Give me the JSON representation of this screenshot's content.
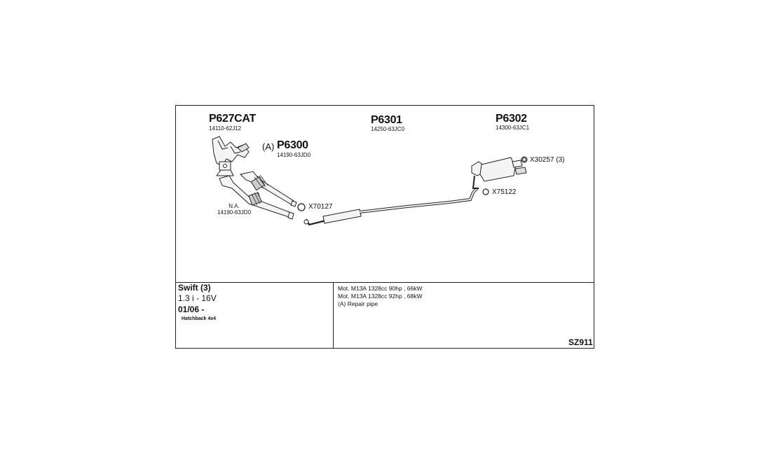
{
  "parts": {
    "catalyst": {
      "code": "P627CAT",
      "oem": "14110-62J12"
    },
    "front_pipe": {
      "prefix": "(A)",
      "code": "P6300",
      "oem": "14190-63JD0"
    },
    "center_pipe": {
      "code": "P6301",
      "oem": "14250-63JC0"
    },
    "rear_muffler": {
      "code": "P6302",
      "oem": "14300-63JC1"
    }
  },
  "not_available": {
    "label": "N.A.",
    "oem": "14190-63JD0"
  },
  "fittings": [
    {
      "code": "X70127"
    },
    {
      "code": "X30257 (3)"
    },
    {
      "code": "X75122"
    }
  ],
  "vehicle": {
    "model": "Swift (3)",
    "engine": "1.3 i - 16V",
    "date": "01/06 -",
    "body": "Hatchback 4x4"
  },
  "notes": [
    "Mot. M13A 1328cc 90hp , 66kW",
    "Mot. M13A 1328cc 92hp , 68kW",
    "(A) Repair pipe"
  ],
  "reference": "SZ911"
}
